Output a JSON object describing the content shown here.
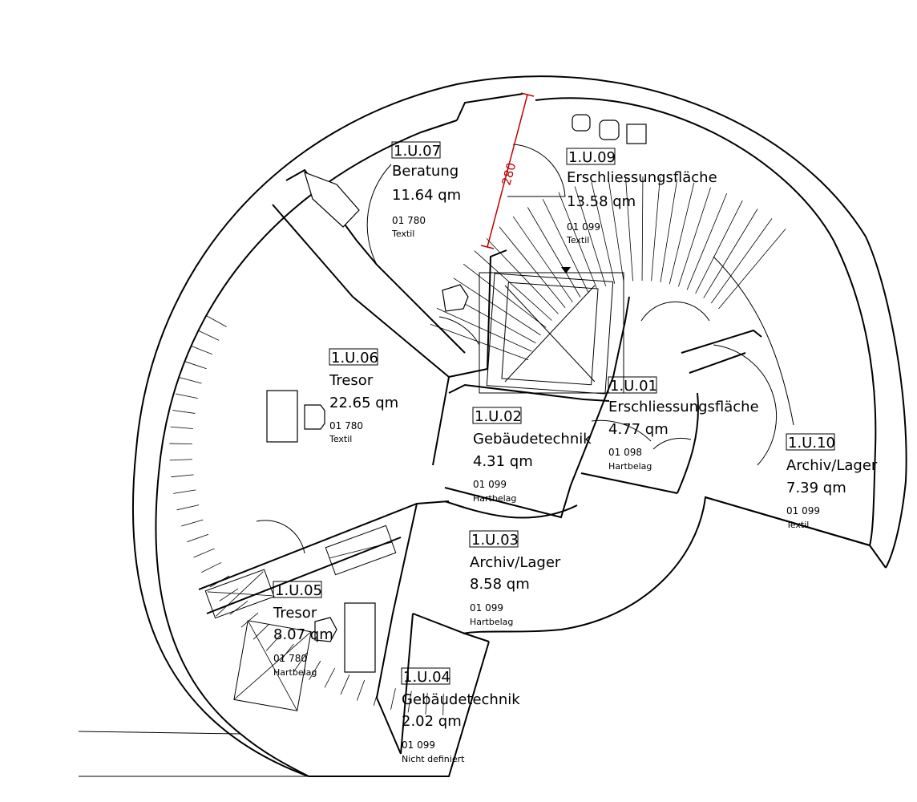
{
  "dimension": {
    "value": "280",
    "color": "#c00000"
  },
  "rooms": [
    {
      "id": "1.U.07",
      "name": "Beratung",
      "area": "11.64 qm",
      "code": "01 780",
      "floor": "Textil"
    },
    {
      "id": "1.U.09",
      "name": "Erschliessungsfläche",
      "area": "13.58 qm",
      "code": "01 099",
      "floor": "Textil"
    },
    {
      "id": "1.U.06",
      "name": "Tresor",
      "area": "22.65 qm",
      "code": "01 780",
      "floor": "Textil"
    },
    {
      "id": "1.U.01",
      "name": "Erschliessungsfläche",
      "area": "4.77 qm",
      "code": "01 098",
      "floor": "Hartbelag"
    },
    {
      "id": "1.U.02",
      "name": "Gebäudetechnik",
      "area": "4.31 qm",
      "code": "01 099",
      "floor": "Hartbelag"
    },
    {
      "id": "1.U.10",
      "name": "Archiv/Lager",
      "area": "7.39 qm",
      "code": "01 099",
      "floor": "Textil"
    },
    {
      "id": "1.U.03",
      "name": "Archiv/Lager",
      "area": "8.58 qm",
      "code": "01 099",
      "floor": "Hartbelag"
    },
    {
      "id": "1.U.05",
      "name": "Tresor",
      "area": "8.07 qm",
      "code": "01 780",
      "floor": "Hartbelag"
    },
    {
      "id": "1.U.04",
      "name": "Gebäudetechnik",
      "area": "2.02 qm",
      "code": "01 099",
      "floor": "Nicht definiert"
    }
  ]
}
